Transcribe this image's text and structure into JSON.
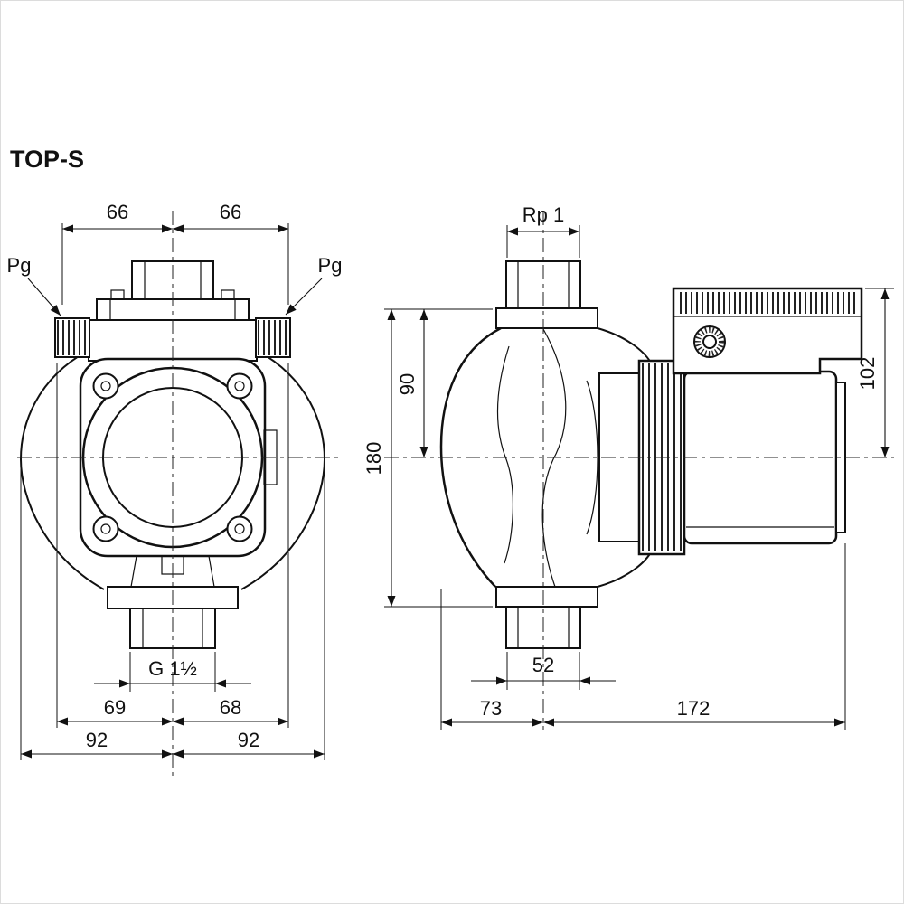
{
  "title": "TOP-S",
  "front_view": {
    "dims": {
      "top_left_66": "66",
      "top_right_66": "66",
      "pg_left": "Pg",
      "pg_right": "Pg",
      "thread_bottom": "G 1½",
      "bottom_69": "69",
      "bottom_68": "68",
      "bottom_left_92": "92",
      "bottom_right_92": "92"
    }
  },
  "side_view": {
    "dims": {
      "thread_top": "Rp 1",
      "center_to_flange_90": "90",
      "overall_height_180": "180",
      "center_to_box_top_102": "102",
      "port_width_52": "52",
      "depth_front_73": "73",
      "depth_motor_172": "172"
    }
  }
}
